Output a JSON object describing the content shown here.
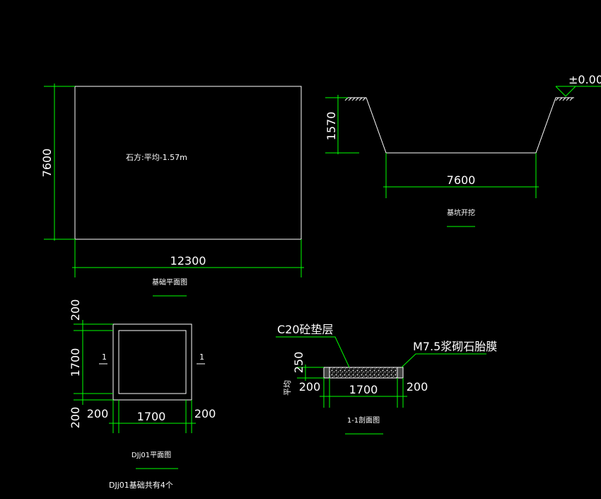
{
  "colors": {
    "background": "#000000",
    "outline": "#ffffff",
    "dimension": "#00ff00",
    "text": "#ffffff"
  },
  "plan": {
    "length_label": "12300",
    "width_label": "7600",
    "note": "石方:平均-1.57m",
    "caption": "基础平面图"
  },
  "section": {
    "depth_label": "1570",
    "bottom_width_label": "7600",
    "level_label": "±0.00",
    "caption": "基坑开挖"
  },
  "footing": {
    "top_label": "200",
    "mid_label": "1700",
    "bottom_label": "200",
    "left_label": "200",
    "width_label": "1700",
    "right_label": "200",
    "mark_left": "1",
    "mark_right": "1",
    "caption": "DJj01平面图",
    "count_note": "DJj01基础共有4个"
  },
  "detail": {
    "concrete_label": "C20砼垫层",
    "masonry_label": "M7.5浆砌石胎膜",
    "height_label": "250",
    "floor_label": "平均",
    "left_label": "200",
    "width_label": "1700",
    "right_label": "200",
    "caption": "1-1剖面图"
  }
}
